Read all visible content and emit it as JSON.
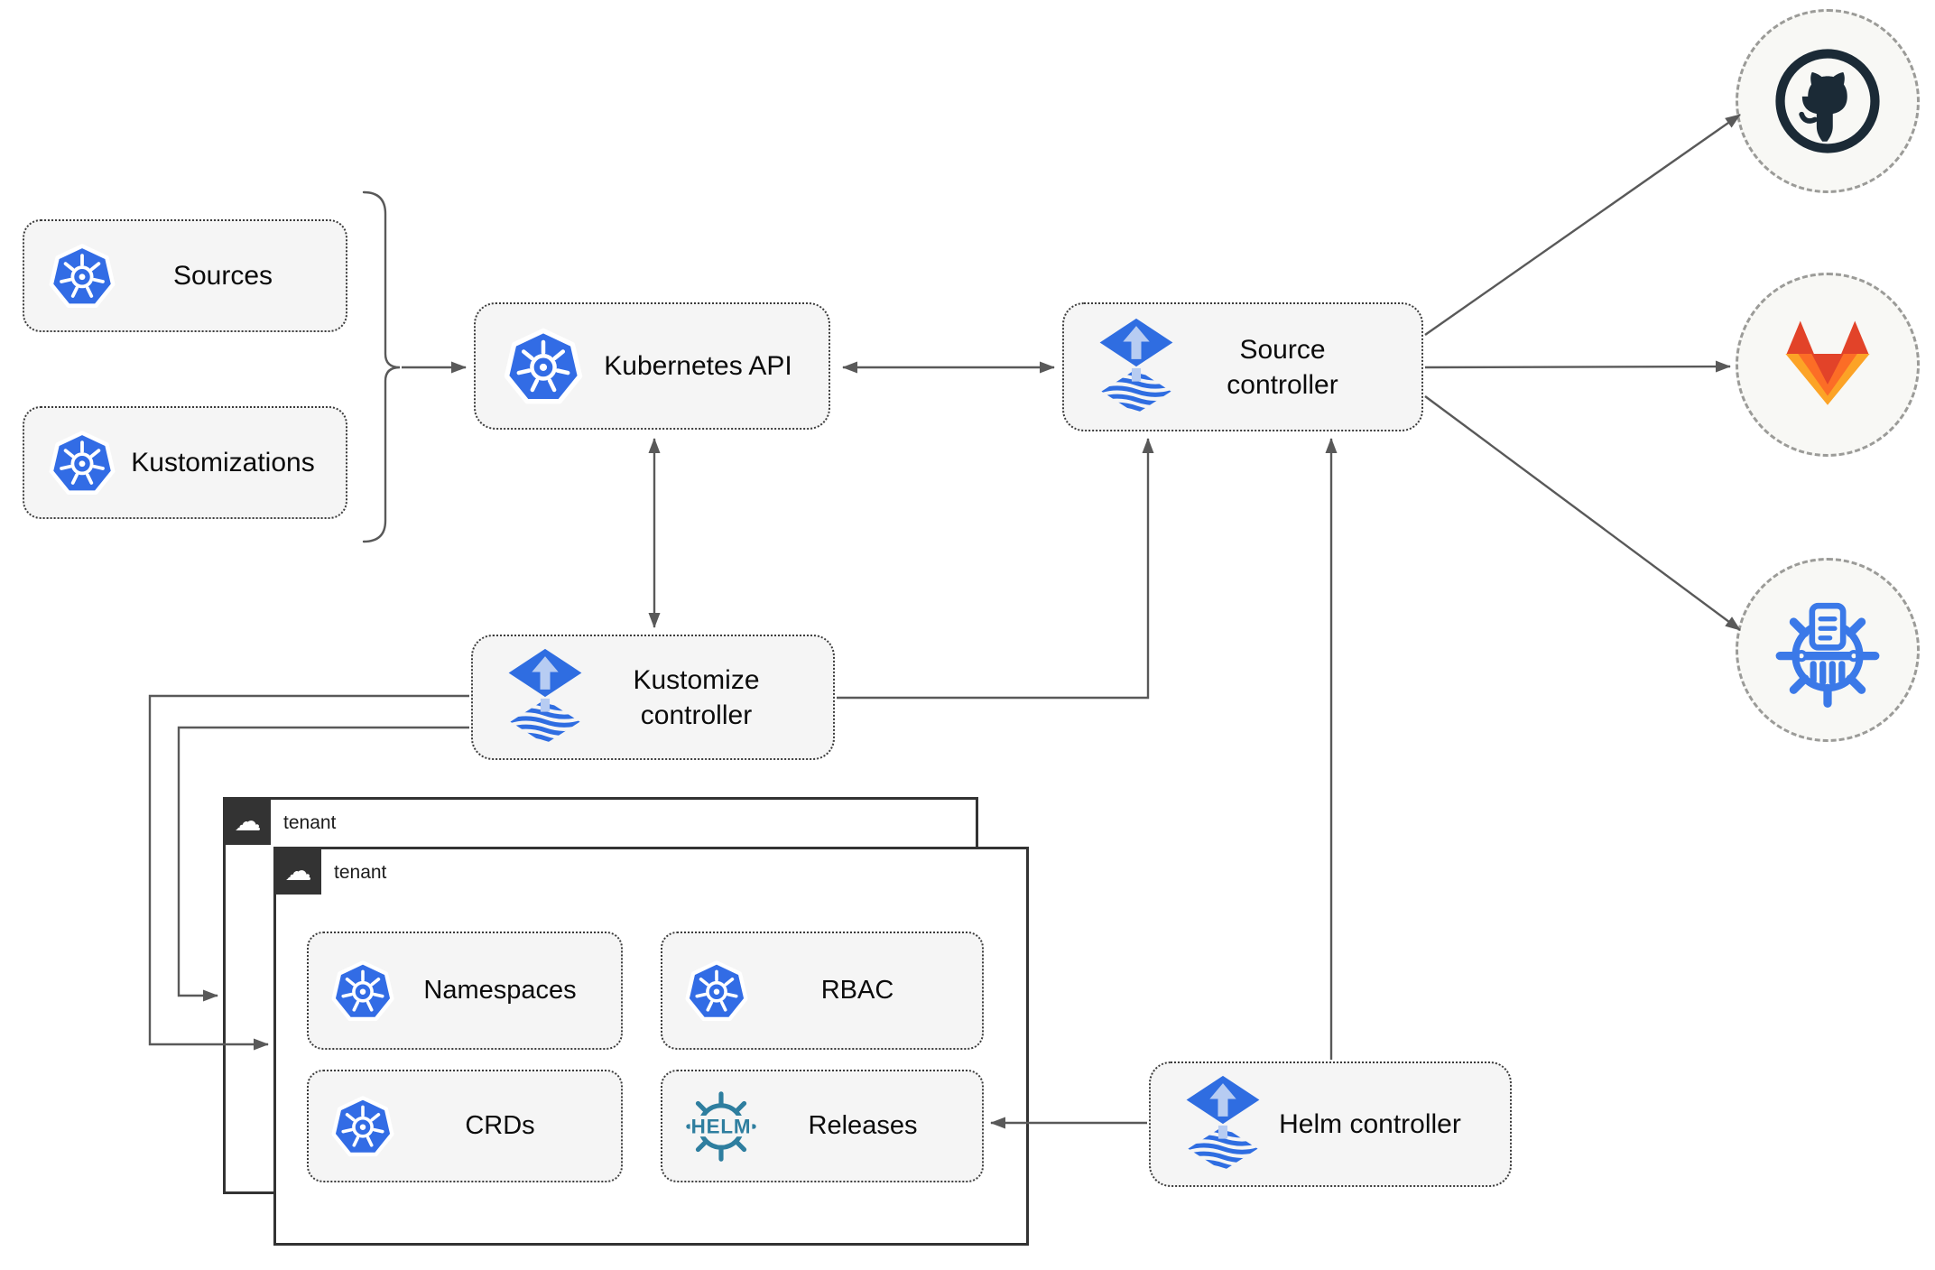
{
  "diagram": {
    "title_hint": "Flux GitOps architecture",
    "nodes": {
      "sources": "Sources",
      "kustomizations": "Kustomizations",
      "kubernetes_api": "Kubernetes API",
      "source_controller": "Source controller",
      "kustomize_controller": "Kustomize controller",
      "helm_controller": "Helm controller",
      "namespaces": "Namespaces",
      "rbac": "RBAC",
      "crds": "CRDs",
      "releases": "Releases"
    },
    "tenants": {
      "back": "tenant",
      "front": "tenant"
    },
    "helm_logo_text": "HELM",
    "cloud_glyph": "☁",
    "external_nodes": [
      "github",
      "gitlab",
      "harbor-registry"
    ],
    "colors": {
      "kubernetes_blue": "#326CE5",
      "flux_blue": "#2F6DE1",
      "flux_arrow_light": "#B7CCF2",
      "helm_teal": "#2E7E9F",
      "github_dark": "#1B2A36",
      "gitlab_red": "#E24329",
      "gitlab_orange": "#FC6D26",
      "gitlab_amber": "#FCA326",
      "registry_blue": "#3B79E8",
      "connector_gray": "#595959",
      "node_background": "#F5F5F5",
      "tenant_border": "#333333",
      "external_circle_background": "#F8F8F5"
    }
  }
}
